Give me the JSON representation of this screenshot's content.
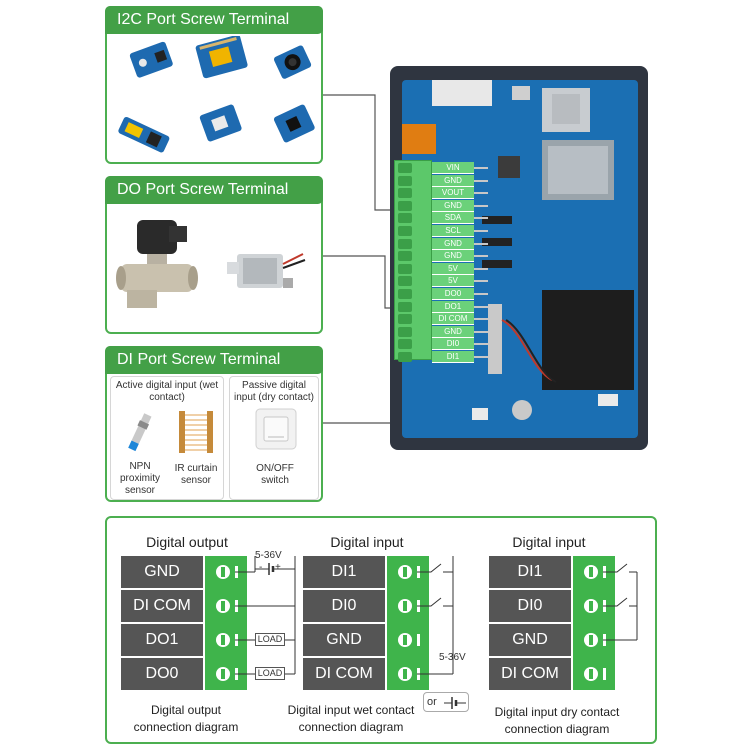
{
  "panels": {
    "i2c": {
      "title": "I2C Port Screw Terminal"
    },
    "do": {
      "title": "DO Port Screw Terminal"
    },
    "di": {
      "title": "DI Port Screw Terminal",
      "active": {
        "caption": "Active digital input (wet contact)",
        "devices": [
          "NPN proximity sensor",
          "IR curtain sensor"
        ]
      },
      "passive": {
        "caption": "Passive digital input (dry contact)",
        "devices": [
          "ON/OFF switch"
        ]
      }
    }
  },
  "board": {
    "pins": [
      "VIN",
      "GND",
      "VOUT",
      "GND",
      "SDA",
      "SCL",
      "GND",
      "GND",
      "5V",
      "5V",
      "DO0",
      "DO1",
      "DI COM",
      "GND",
      "DI0",
      "DI1"
    ],
    "pcb_color": "#1b6fb3",
    "frame_color": "#2f3540"
  },
  "wiring": {
    "output": {
      "title": "Digital output",
      "rows": [
        "GND",
        "DI COM",
        "DO1",
        "DO0"
      ],
      "voltage": "5-36V",
      "minus": "-",
      "plus": "+",
      "load": "LOAD",
      "caption": "Digital output connection diagram"
    },
    "wet": {
      "title": "Digital input",
      "rows": [
        "DI1",
        "DI0",
        "GND",
        "DI COM"
      ],
      "voltage": "5-36V",
      "or": "or",
      "caption": "Digital input wet contact connection diagram"
    },
    "dry": {
      "title": "Digital input",
      "rows": [
        "DI1",
        "DI0",
        "GND",
        "DI COM"
      ],
      "caption": "Digital input dry contact connection diagram"
    }
  },
  "colors": {
    "accent_green": "#43a047",
    "terminal_green": "#3fb44b",
    "label_gray": "#555555"
  }
}
